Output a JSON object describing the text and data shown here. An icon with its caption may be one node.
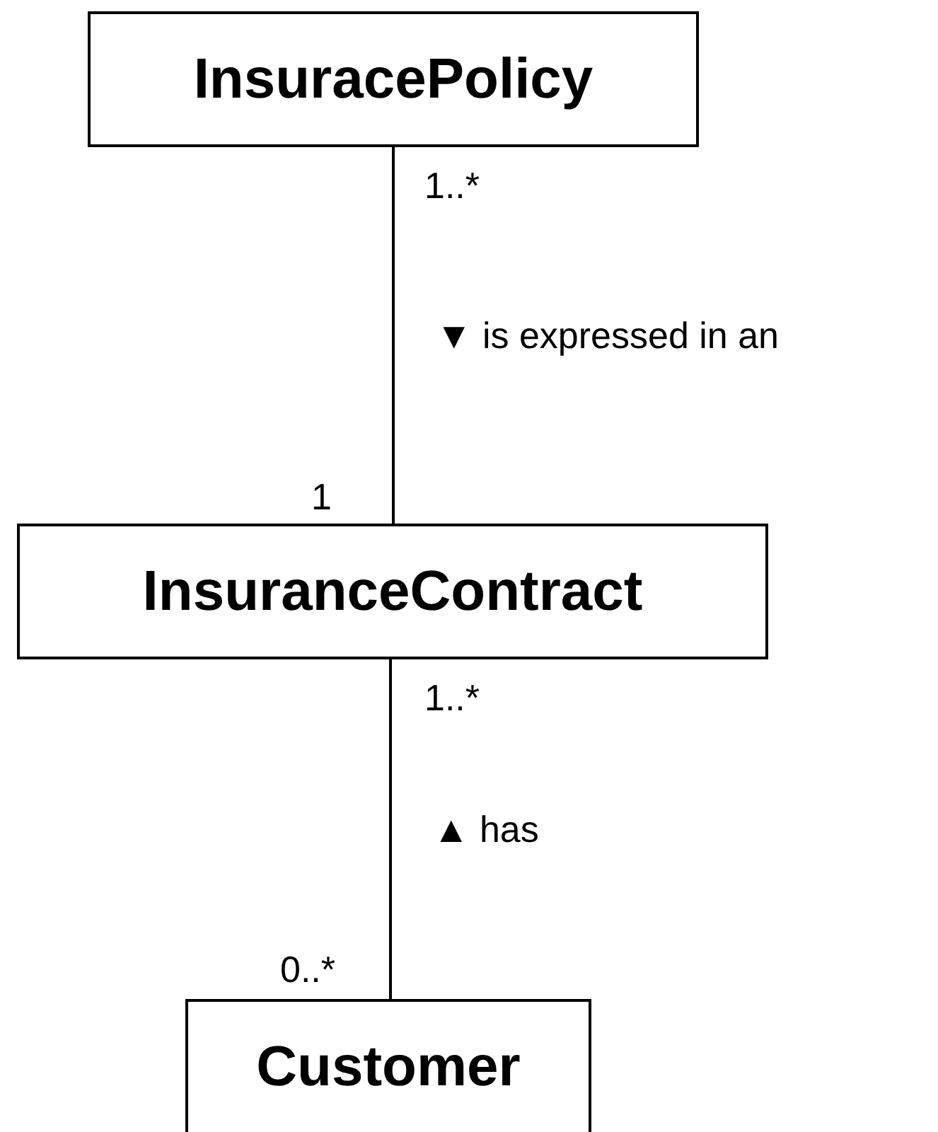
{
  "diagram": {
    "nodes": [
      {
        "text": [
          "InsuracePolicy"
        ]
      },
      {
        "text": [
          "InsuranceContract"
        ]
      },
      {
        "text": [
          "Customer"
        ]
      }
    ],
    "edges": [
      {
        "from": 0,
        "to": 1,
        "arrow": "none",
        "label": "▼ is expressed in an"
      },
      {
        "from": 1,
        "to": 2,
        "arrow": "none",
        "label": "▲ has"
      }
    ],
    "labels": [
      "1..*",
      "1",
      "1..*",
      "0..*"
    ]
  }
}
